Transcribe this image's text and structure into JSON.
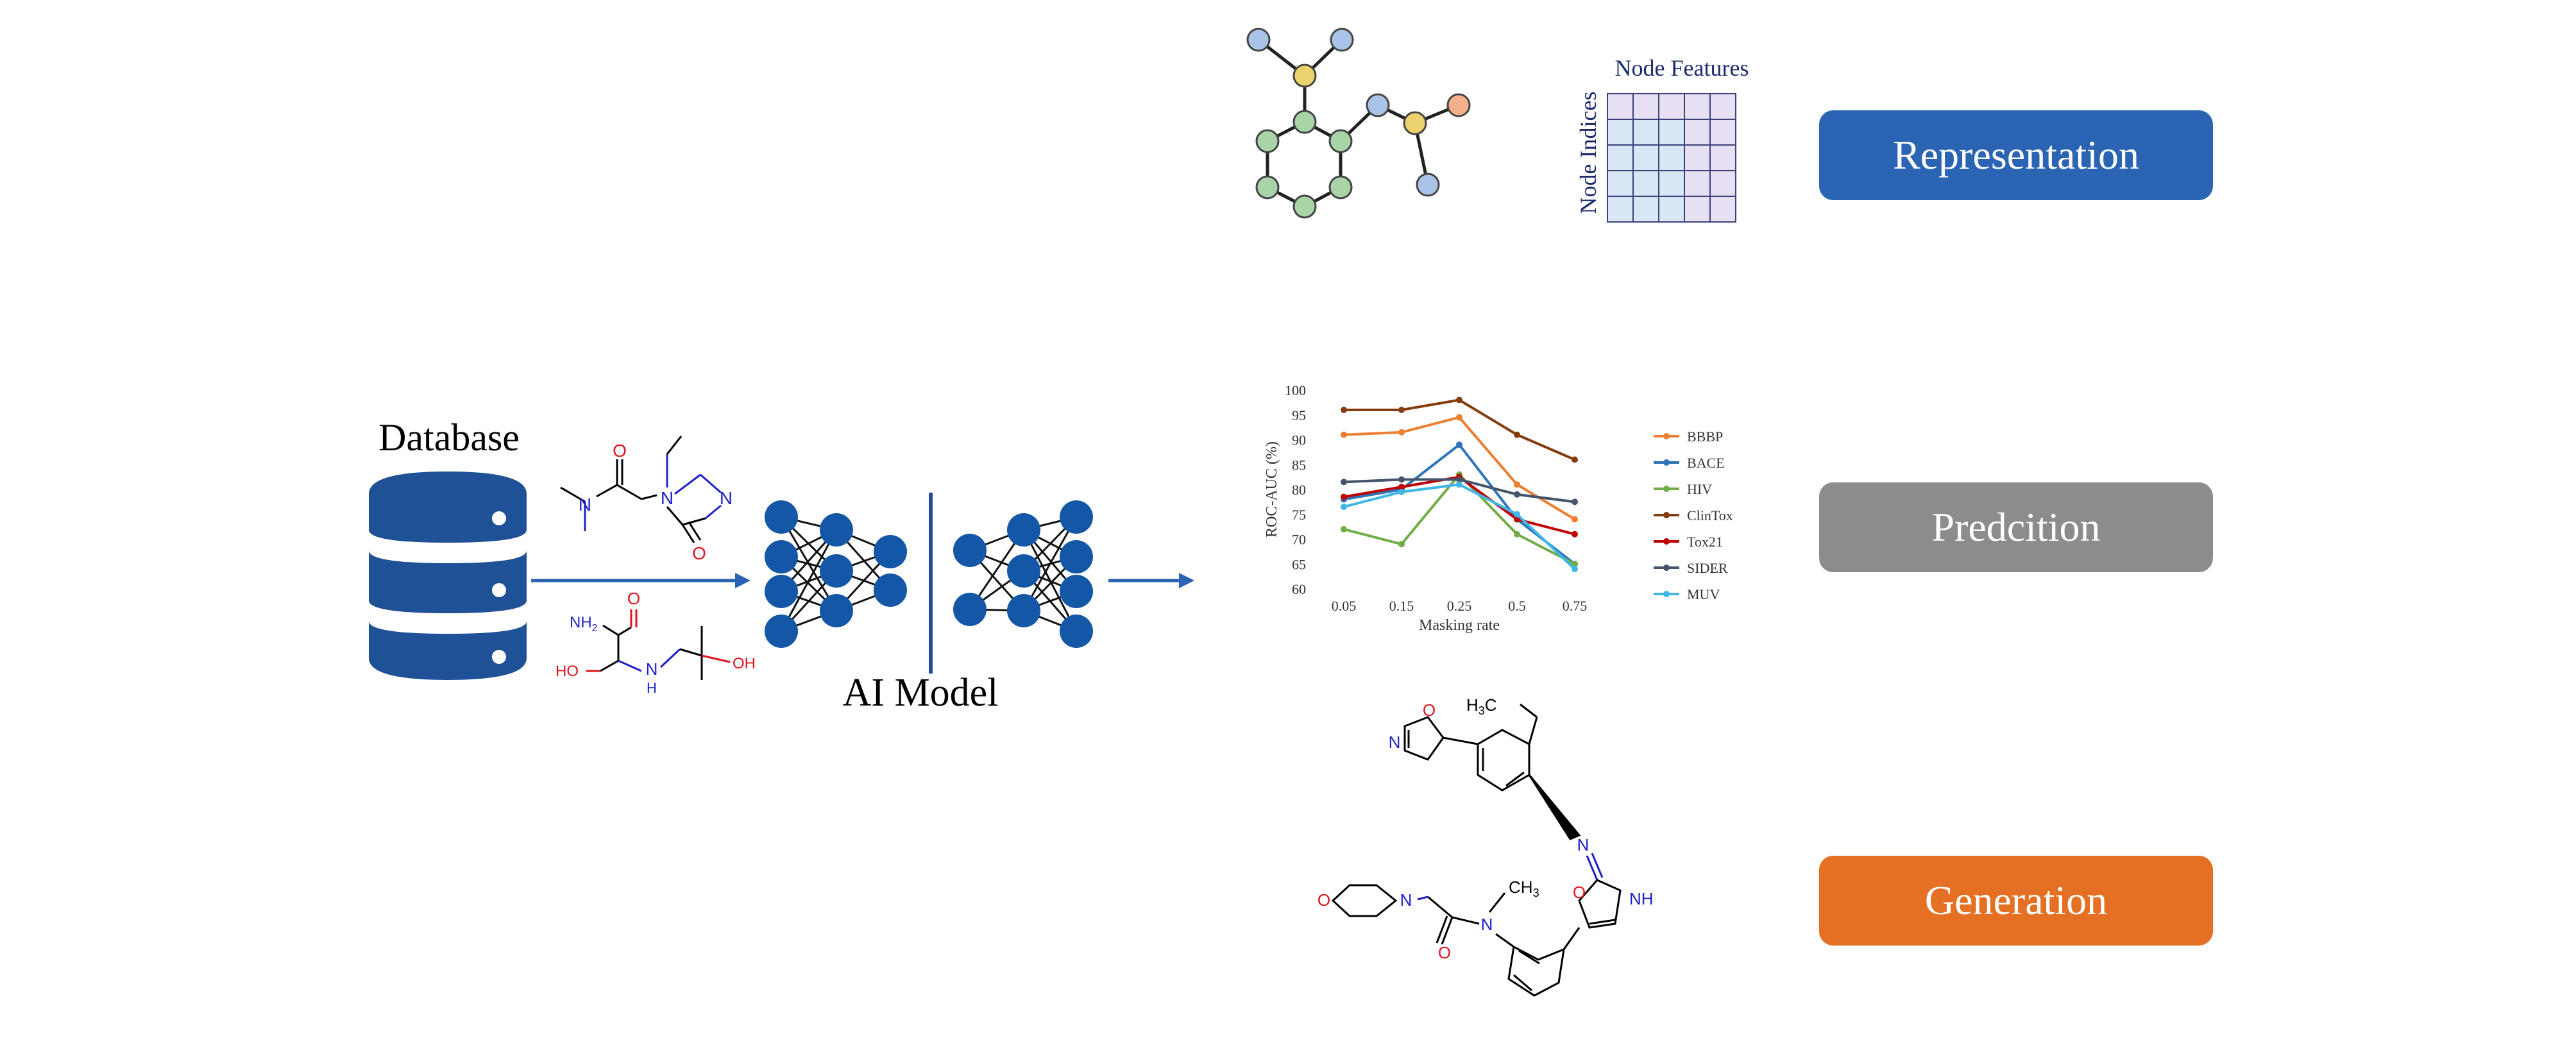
{
  "database": {
    "label": "Database",
    "color": "#1f5196"
  },
  "model": {
    "label": "AI Model",
    "node_color": "#1357a6"
  },
  "molecule_labels": {
    "input_top_n1": "N",
    "input_top_n2": "N",
    "input_top_n3": "N",
    "input_top_o1": "O",
    "input_top_o2": "O",
    "input_bottom_nh2": "NH",
    "input_bottom_sub2": "2",
    "input_bottom_o": "O",
    "input_bottom_ho": "HO",
    "input_bottom_nh": "N",
    "input_bottom_h": "H",
    "input_bottom_oh": "OH",
    "gen_h3c": "H",
    "gen_h3c_sub": "3",
    "gen_h3c_c": "C",
    "gen_o1": "O",
    "gen_n1": "N",
    "gen_n2": "N",
    "gen_nh": "NH",
    "gen_o2": "O",
    "gen_o3": "O",
    "gen_n3": "N",
    "gen_ch3": "CH",
    "gen_ch3_sub": "3",
    "gen_n4": "N",
    "gen_o4": "O"
  },
  "feature_matrix": {
    "column_title": "Node Features",
    "row_title": "Node Indices"
  },
  "outputs": [
    {
      "label": "Representation",
      "color": "#2a64b3"
    },
    {
      "label": "Predcition",
      "color": "#8c8c8c"
    },
    {
      "label": "Generation",
      "color": "#e56f23"
    }
  ],
  "chart_data": {
    "type": "line",
    "xlabel": "Masking rate",
    "ylabel": "ROC-AUC (%)",
    "categories": [
      "0.05",
      "0.15",
      "0.25",
      "0.5",
      "0.75"
    ],
    "yticks": [
      60,
      65,
      70,
      75,
      80,
      85,
      90,
      95,
      100
    ],
    "ylim": [
      60,
      100
    ],
    "legend_position": "right",
    "series": [
      {
        "name": "BBBP",
        "color": "#ed7d31",
        "values": [
          91,
          91.5,
          94.5,
          81,
          74
        ]
      },
      {
        "name": "BACE",
        "color": "#2e75b6",
        "values": [
          78,
          80,
          89,
          74,
          65
        ]
      },
      {
        "name": "HIV",
        "color": "#70ad47",
        "values": [
          72,
          69,
          83,
          71,
          65
        ]
      },
      {
        "name": "ClinTox",
        "color": "#843c0c",
        "values": [
          96,
          96,
          98,
          91,
          86
        ]
      },
      {
        "name": "Tox21",
        "color": "#c00000",
        "values": [
          78.5,
          80.5,
          82.5,
          74,
          71
        ]
      },
      {
        "name": "SIDER",
        "color": "#44546a",
        "values": [
          81.5,
          82,
          82,
          79,
          77.5
        ]
      },
      {
        "name": "MUV",
        "color": "#41b6e6",
        "values": [
          76.5,
          79.5,
          81,
          75,
          64
        ]
      }
    ]
  }
}
